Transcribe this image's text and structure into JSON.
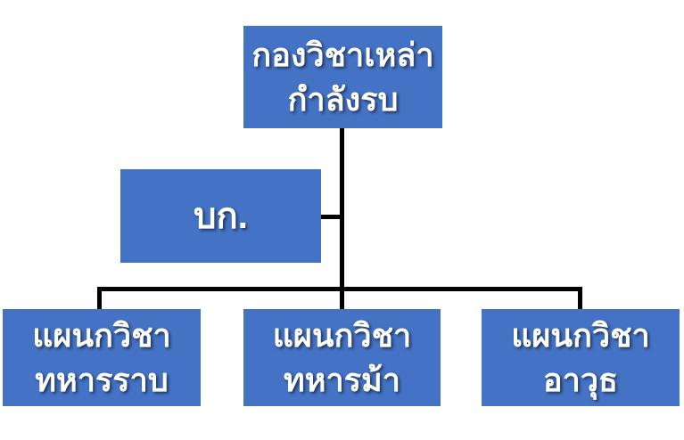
{
  "org_chart": {
    "type": "org-chart",
    "root": {
      "line1": "กองวิชาเหล่า",
      "line2": "กำลังรบ"
    },
    "hq": {
      "label": "บก."
    },
    "departments": [
      {
        "line1": "แผนกวิชา",
        "line2": "ทหารราบ"
      },
      {
        "line1": "แผนกวิชา",
        "line2": "ทหารม้า"
      },
      {
        "line1": "แผนกวิชา",
        "line2": "อาวุธ"
      }
    ],
    "colors": {
      "node_fill": "#4472C4",
      "node_text": "#FFFFFF",
      "connector": "#000000",
      "background": "#FFFFFF"
    }
  }
}
